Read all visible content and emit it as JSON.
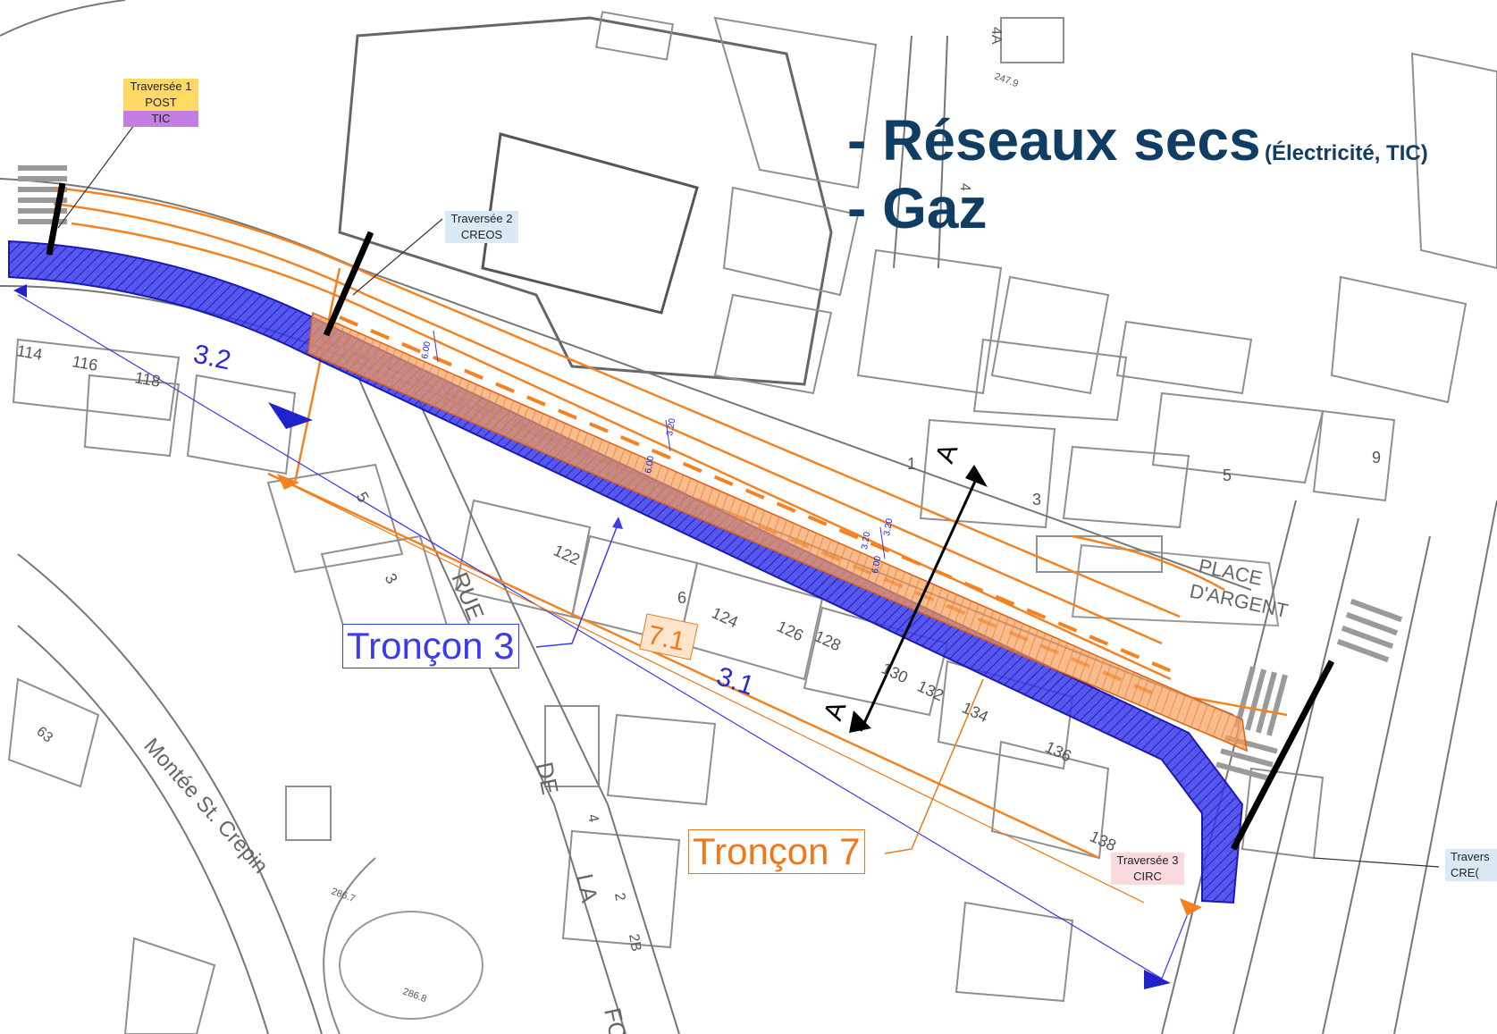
{
  "heading": {
    "line1": "- Réseaux secs",
    "line1_note": "(Électricité, TIC)",
    "line2": "- Gaz"
  },
  "crossings": [
    {
      "title": "Traversée 1",
      "rows": [
        "POST",
        "TIC"
      ],
      "colors": [
        "#ffd966",
        "#c27ee0"
      ]
    },
    {
      "title": "Traversée 2",
      "rows": [
        "CREOS"
      ],
      "colors": [
        "#dbe9f7"
      ]
    },
    {
      "title": "Traversée 3",
      "rows": [
        "CIRC"
      ],
      "colors": [
        "#fadadd"
      ]
    },
    {
      "title": "Travers",
      "rows": [
        "CRE("
      ],
      "colors": [
        "#dbe9f7"
      ]
    }
  ],
  "sections": {
    "troncon3": "Tronçon 3",
    "troncon7": "Tronçon 7",
    "code_32": "3.2",
    "code_31": "3.1",
    "code_71": "7.1"
  },
  "section_marker": "A",
  "place_label": [
    "PLACE",
    "D'ARGENT"
  ],
  "street_labels": {
    "rue": "RUE",
    "de": "DE",
    "la": "LA",
    "fo": "FO",
    "montee": "Montée St. Crepin"
  },
  "house_numbers": [
    "114",
    "116",
    "118",
    "122",
    "124",
    "126",
    "128",
    "130",
    "132",
    "134",
    "136",
    "138",
    "1",
    "3",
    "5",
    "9",
    "4A",
    "4",
    "6",
    "5",
    "3",
    "4",
    "2",
    "2B",
    "63"
  ],
  "spot_heights": [
    "247.9",
    "286.7",
    "286.8"
  ],
  "dimensions": [
    "6.00",
    "3.20",
    "6.00",
    "3.20",
    "3.20",
    "6.00"
  ],
  "colors": {
    "heading": "#0f3d63",
    "troncon3_line": "#3333ee",
    "troncon7_line": "#f07818",
    "network_orange": "#f58220",
    "plan_gray": "#8a8a8a"
  }
}
